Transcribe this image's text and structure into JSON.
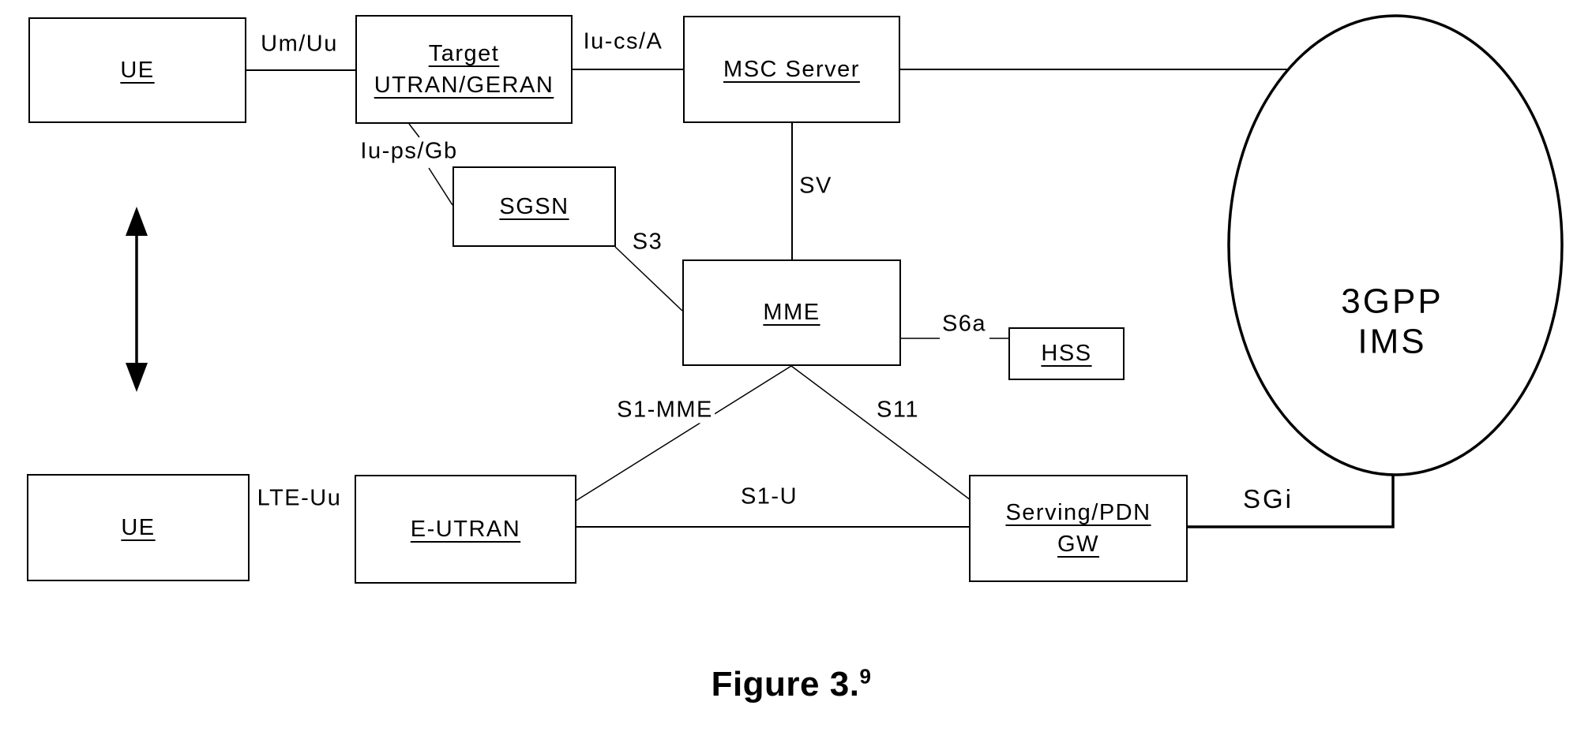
{
  "diagram": {
    "nodes": {
      "ue_top": {
        "label": "UE"
      },
      "target_ran": {
        "line1": "Target",
        "line2": "UTRAN/GERAN"
      },
      "msc_server": {
        "label": "MSC Server"
      },
      "sgsn": {
        "label": "SGSN"
      },
      "mme": {
        "label": "MME"
      },
      "hss": {
        "label": "HSS"
      },
      "ue_bottom": {
        "label": "UE"
      },
      "eutran": {
        "label": "E-UTRAN"
      },
      "serving_pdn_gw": {
        "line1": "Serving/PDN",
        "line2": "GW"
      },
      "ims_cloud": {
        "line1": "3GPP",
        "line2": "IMS"
      }
    },
    "interfaces": {
      "um_uu": "Um/Uu",
      "iu_cs_a": "Iu-cs/A",
      "iu_ps_gb": "Iu-ps/Gb",
      "s3": "S3",
      "sv": "SV",
      "s6a": "S6a",
      "s1_mme": "S1-MME",
      "s11": "S11",
      "s1_u": "S1-U",
      "lte_uu": "LTE-Uu",
      "sgi": "SGi"
    },
    "caption": {
      "text": "Figure 3.",
      "superscript": "9"
    },
    "colors": {
      "ink": "#000000",
      "background": "#ffffff"
    }
  }
}
